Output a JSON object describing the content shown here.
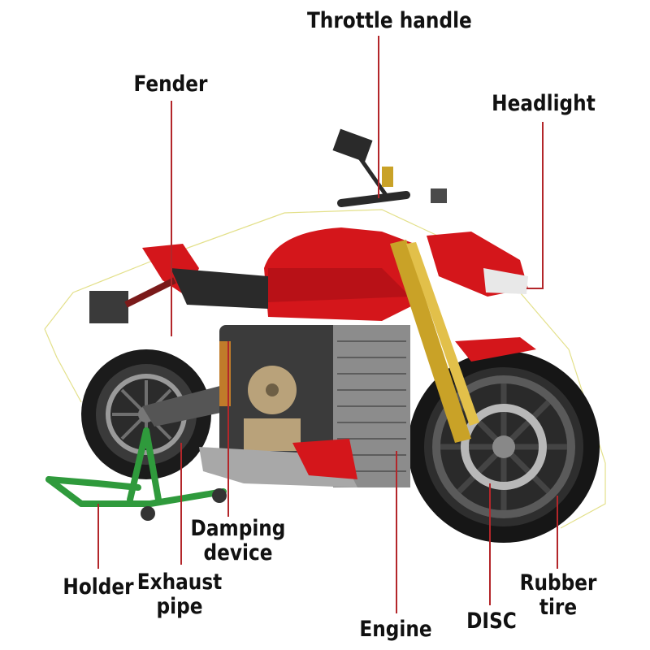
{
  "labels": {
    "throttle_handle": "Throttle handle",
    "fender": "Fender",
    "headlight": "Headlight",
    "damping_device_1": "Damping",
    "damping_device_2": "device",
    "holder": "Holder",
    "exhaust_pipe_1": "Exhaust",
    "exhaust_pipe_2": "pipe",
    "engine": "Engine",
    "disc": "DISC",
    "rubber_tire_1": "Rubber",
    "rubber_tire_2": "tire"
  },
  "colors": {
    "leader_line": "#b3262a",
    "label_text": "#111111",
    "body_red": "#d4161b",
    "frame_dark": "#2a2a2a",
    "fork_gold": "#c9a227",
    "stand_green": "#2f9a3c",
    "engine_grey": "#8c8c8c",
    "outline_yellow": "#e3e08a"
  }
}
